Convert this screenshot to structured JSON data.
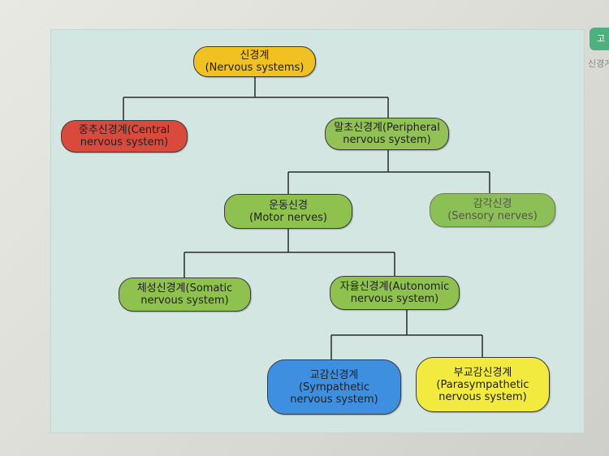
{
  "side": {
    "tab_label": "고",
    "text": "신경계"
  },
  "diagram": {
    "root": {
      "ko": "신경계",
      "en": "(Nervous systems)"
    },
    "cns": {
      "line1": "중추신경계(Central",
      "line2": "nervous system)"
    },
    "pns": {
      "line1": "말초신경계(Peripheral",
      "line2": "nervous system)"
    },
    "motor": {
      "ko": "운동신경",
      "en": "(Motor nerves)"
    },
    "sensory": {
      "ko": "감각신경",
      "en": "(Sensory nerves)"
    },
    "somatic": {
      "line1": "체성신경계(Somatic",
      "line2": "nervous system)"
    },
    "autonomic": {
      "line1": "자율신경계(Autonomic",
      "line2": "nervous system)"
    },
    "sympathetic": {
      "ko": "교감신경계",
      "en1": "(Sympathetic",
      "en2": "nervous system)"
    },
    "parasympathetic": {
      "ko": "부교감신경계",
      "en1": "(Parasympathetic",
      "en2": "nervous system)"
    }
  },
  "colors": {
    "panel": "#d3e6e1",
    "root": "#f1c021",
    "cns": "#da4a3c",
    "green": "#8fc14f",
    "sympathetic": "#3f8fe0",
    "parasympathetic": "#f3ea3f",
    "tab": "#4fb07f"
  }
}
